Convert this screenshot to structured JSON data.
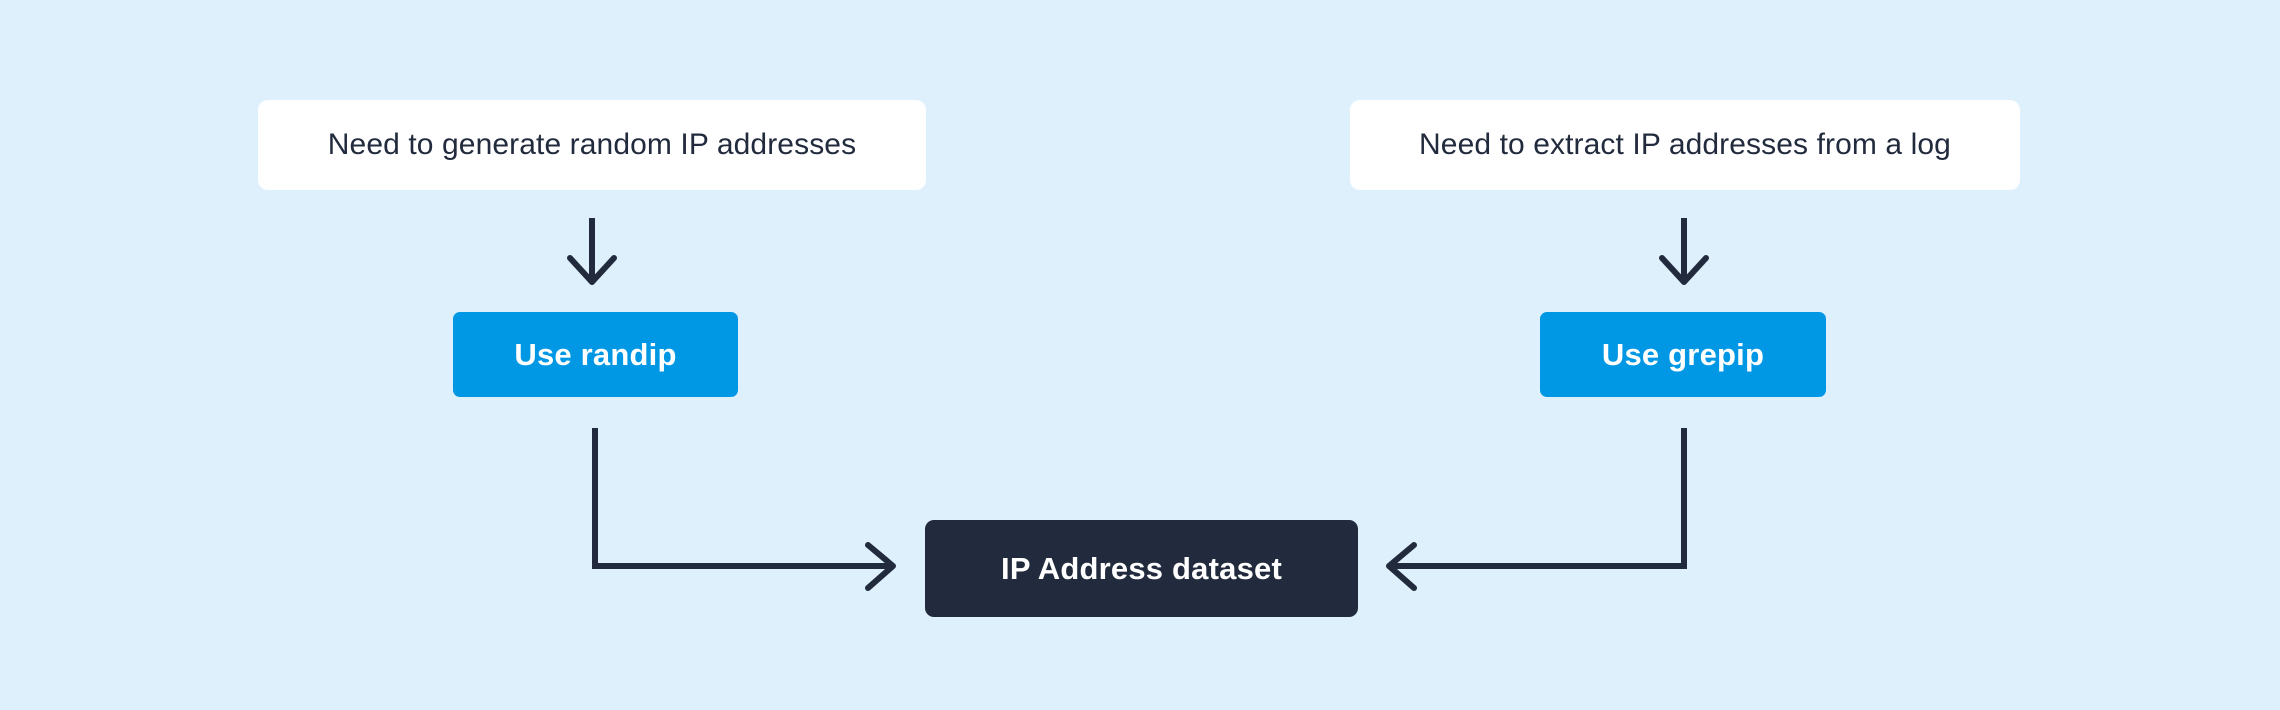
{
  "diagram": {
    "type": "flowchart",
    "background_color": "#def0fc",
    "nodes": {
      "prompt_left": {
        "label": "Need to generate random IP addresses",
        "color": "#ffffff",
        "text_color": "#222b3d"
      },
      "prompt_right": {
        "label": "Need to extract IP addresses from a log",
        "color": "#ffffff",
        "text_color": "#222b3d"
      },
      "action_left": {
        "label": "Use randip",
        "color": "#0098e4",
        "text_color": "#ffffff"
      },
      "action_right": {
        "label": "Use grepip",
        "color": "#0098e4",
        "text_color": "#ffffff"
      },
      "output": {
        "label": "IP Address dataset",
        "color": "#222b3d",
        "text_color": "#ffffff"
      }
    },
    "edges": [
      {
        "name": "prompt-left-to-action-left",
        "from": "prompt_left",
        "to": "action_left",
        "style": "straight-down-arrow",
        "color": "#222b3d"
      },
      {
        "name": "prompt-right-to-action-right",
        "from": "prompt_right",
        "to": "action_right",
        "style": "straight-down-arrow",
        "color": "#222b3d"
      },
      {
        "name": "action-left-to-output",
        "from": "action_left",
        "to": "output",
        "style": "elbow-right-arrow",
        "color": "#222b3d"
      },
      {
        "name": "action-right-to-output",
        "from": "action_right",
        "to": "output",
        "style": "elbow-left-arrow",
        "color": "#222b3d"
      }
    ]
  }
}
